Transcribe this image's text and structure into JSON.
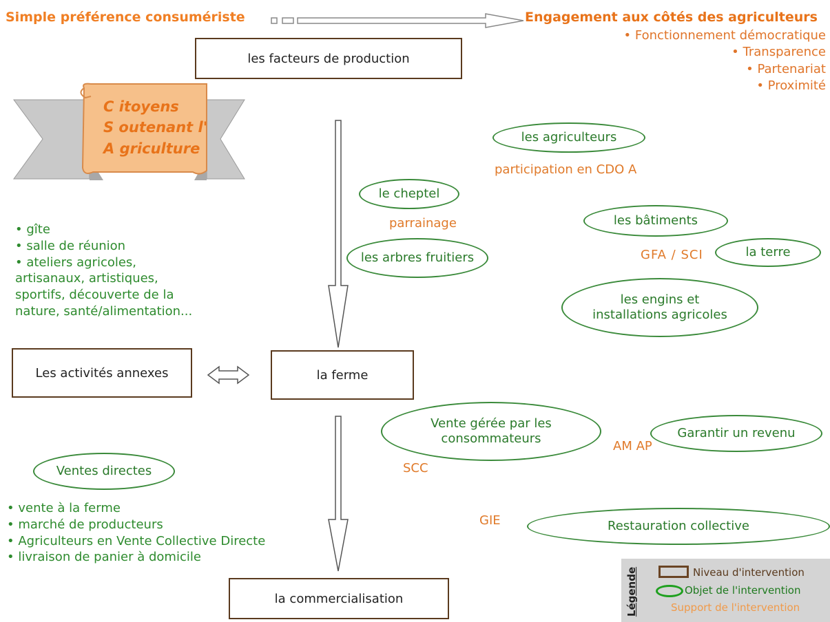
{
  "header": {
    "left": "Simple préférence consumériste",
    "right": "Engagement aux côtés des agriculteurs",
    "engagement_points": [
      "Fonctionnement démocratique",
      "Transparence",
      "Partenariat",
      "Proximité"
    ]
  },
  "levels": {
    "facteurs": "les facteurs de production",
    "ferme": "la ferme",
    "activites": "Les activités annexes",
    "commercialisation": "la commercialisation"
  },
  "banner": {
    "line1": "C itoyens",
    "line2": "S outenant l'",
    "line3": "A griculture"
  },
  "objects": {
    "agriculteurs": "les agriculteurs",
    "cheptel": "le cheptel",
    "arbres": "les arbres fruitiers",
    "batiments": "les bâtiments",
    "terre": "la terre",
    "engins_l1": "les engins et",
    "engins_l2": "installations agricoles",
    "vente_geree_l1": "Vente gérée par les",
    "vente_geree_l2": "consommateurs",
    "revenu": "Garantir un revenu",
    "ventes_directes": "Ventes directes",
    "restauration": "Restauration collective"
  },
  "supports": {
    "cdoa": "participation en CDO A",
    "parrainage": "parrainage",
    "gfa": "GFA / SCI",
    "amap": "AM AP",
    "scc": "SCC",
    "gie": "GIE"
  },
  "annex_activities": [
    "gîte",
    "salle de réunion",
    "ateliers agricoles,",
    "artisanaux, artistiques,",
    "sportifs, découverte de la",
    "nature, santé/alimentation..."
  ],
  "direct_sales": [
    "vente à la ferme",
    "marché de producteurs",
    "Agriculteurs en Vente Collective Directe",
    "livraison de panier à domicile"
  ],
  "legend": {
    "title": "Légende",
    "niveau": "Niveau d'intervention",
    "objet": "Objet de l'intervention",
    "support": "Support de l'intervention"
  },
  "colors": {
    "orange": "#f07f24",
    "green": "#2a8a2a",
    "brown": "#5a3a1e",
    "banner_gray": "#c8c8c8"
  }
}
